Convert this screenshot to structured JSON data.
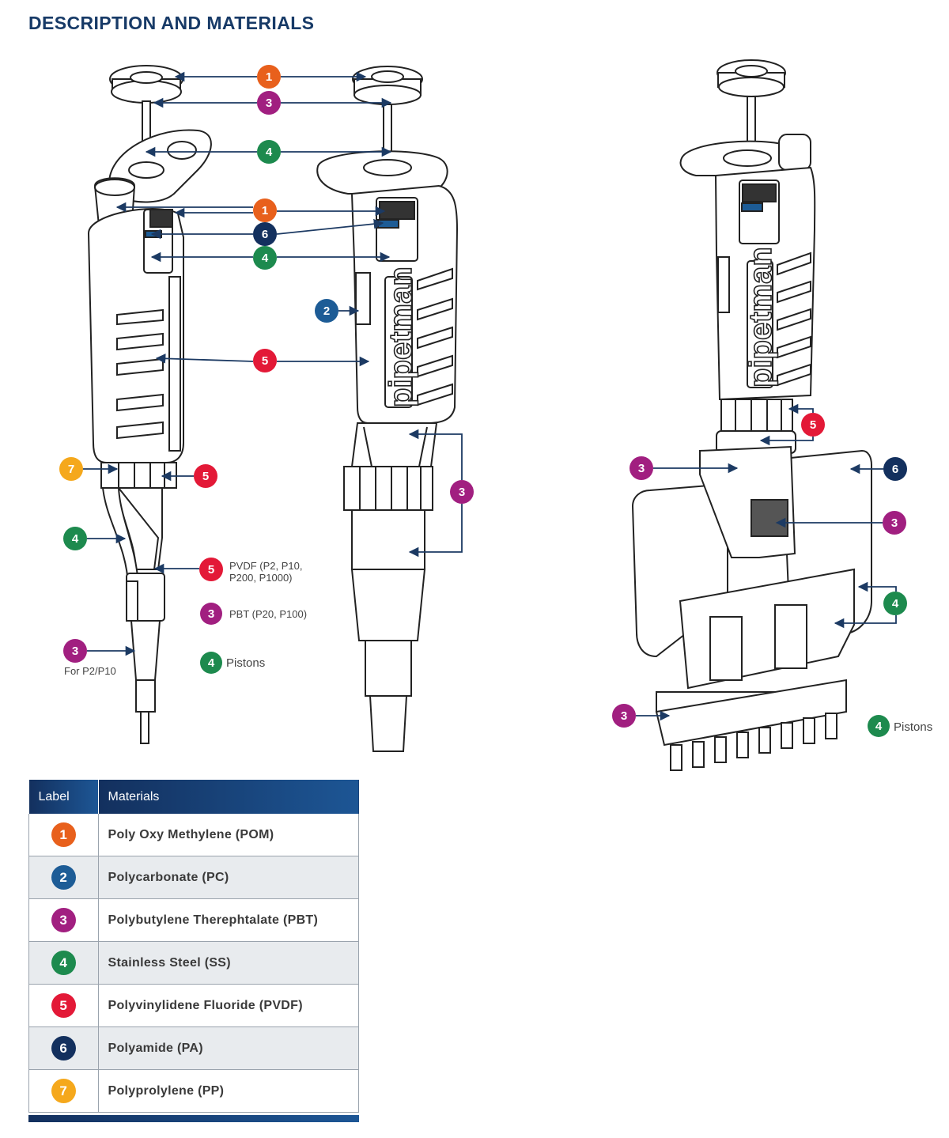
{
  "title": "DESCRIPTION AND MATERIALS",
  "colors": {
    "title": "#173a67",
    "c1": "#e8601c",
    "c2": "#1d5c96",
    "c3": "#a11f80",
    "c4": "#1d8a4e",
    "c5": "#e31937",
    "c6": "#13305e",
    "c7": "#f5a81c",
    "arrow": "#1c3a63",
    "table_alt_row": "#e8ebee"
  },
  "diagram": {
    "brand": "pipetman",
    "badges": [
      "1",
      "2",
      "3",
      "4",
      "5",
      "6",
      "7"
    ],
    "notes": {
      "pvdf_line1": "PVDF (P2, P10,",
      "pvdf_line2": "P200, P1000)",
      "pbt": "PBT (P20, P100)",
      "pistons_left": "Pistons",
      "for_p2": "For P2/P10",
      "pistons_right": "Pistons"
    }
  },
  "table": {
    "header_label": "Label",
    "header_materials": "Materials",
    "rows": [
      {
        "label": "1",
        "material": "Poly Oxy Methylene (POM)"
      },
      {
        "label": "2",
        "material": "Polycarbonate (PC)"
      },
      {
        "label": "3",
        "material": "Polybutylene Therephtalate (PBT)"
      },
      {
        "label": "4",
        "material": "Stainless Steel (SS)"
      },
      {
        "label": "5",
        "material": "Polyvinylidene Fluoride (PVDF)"
      },
      {
        "label": "6",
        "material": "Polyamide (PA)"
      },
      {
        "label": "7",
        "material": "Polyprolylene (PP)"
      }
    ]
  }
}
